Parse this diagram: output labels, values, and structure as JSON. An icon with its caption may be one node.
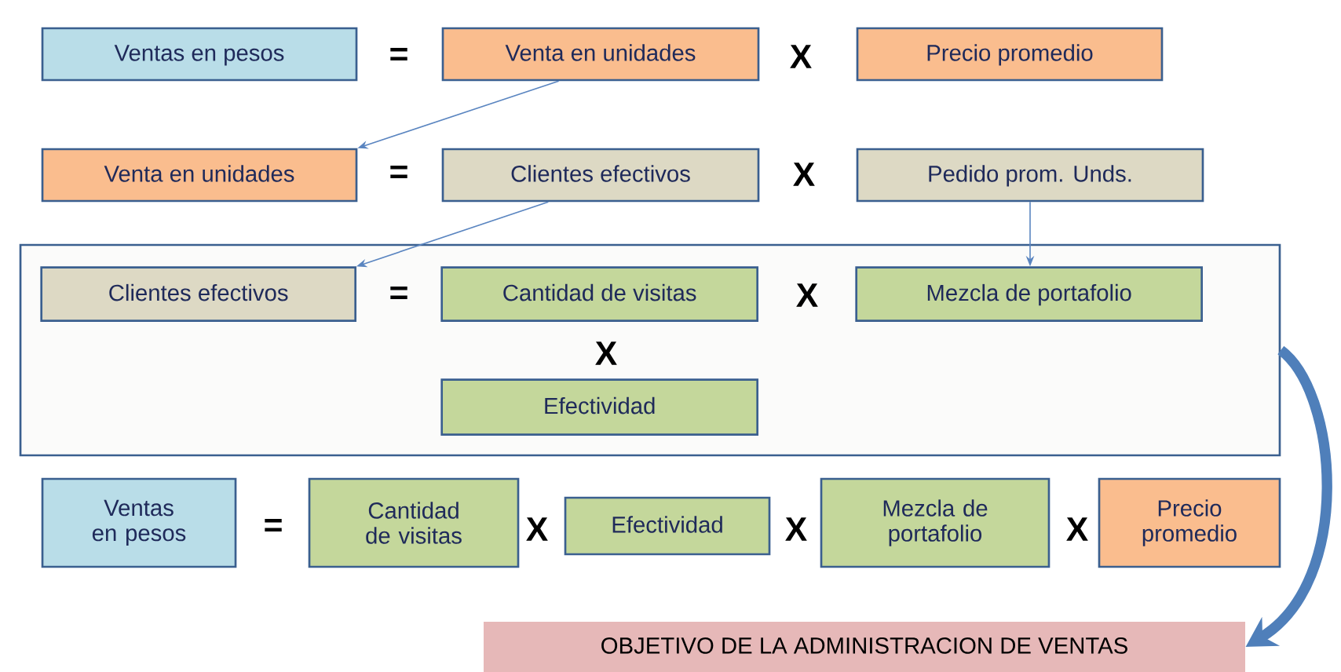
{
  "diagram": {
    "nodes": [
      {
        "text": [
          "Ventas en pesos"
        ]
      },
      {
        "text": [
          "Venta en unidades"
        ]
      },
      {
        "text": [
          "Precio promedio"
        ]
      },
      {
        "text": [
          "Venta en unidades"
        ]
      },
      {
        "text": [
          "Clientes efectivos"
        ]
      },
      {
        "text": [
          "Pedido prom. Unds."
        ]
      },
      {
        "text": [],
        "shape": "box"
      },
      {
        "text": [
          "Clientes efectivos"
        ],
        "in": 6
      },
      {
        "text": [
          "Cantidad de visitas"
        ],
        "in": 6
      },
      {
        "text": [
          "Mezcla de portafolio"
        ],
        "in": 6
      },
      {
        "text": [
          "Efectividad"
        ],
        "in": 6
      },
      {
        "text": [
          "Ventas en pesos"
        ]
      },
      {
        "text": [
          "Cantidad de visitas"
        ]
      },
      {
        "text": [
          "Efectividad"
        ]
      },
      {
        "text": [
          "Mezcla de portafolio"
        ]
      },
      {
        "text": [
          "Precio promedio"
        ]
      },
      {
        "text": [
          "OBJETIVO DE LA  ADMINISTRACION DE VENTAS"
        ]
      }
    ],
    "edges": [
      {
        "from": 1,
        "to": 3,
        "arrow": "to"
      },
      {
        "from": 4,
        "to": 7,
        "arrow": "to"
      },
      {
        "from": 5,
        "to": 9,
        "arrow": "to"
      },
      {
        "from": 6,
        "to": 16,
        "arrow": "to",
        "style": "thick",
        "color": "#4f7fba"
      }
    ],
    "labels": [
      "=",
      "X",
      "=",
      "X",
      "=",
      "X",
      "X",
      "=",
      "X",
      "X",
      "X"
    ]
  }
}
